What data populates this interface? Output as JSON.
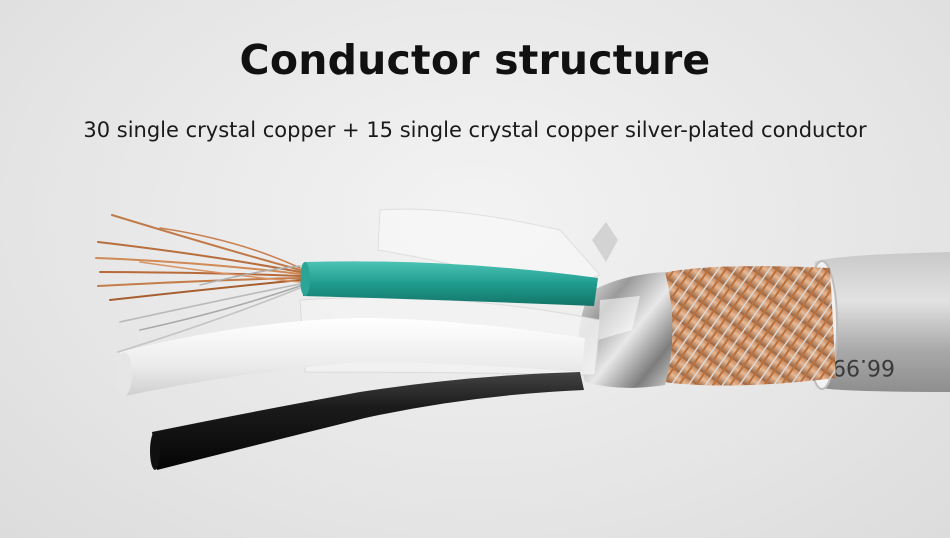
{
  "title": "Conductor structure",
  "subtitle": "30 single crystal copper + 15 single crystal copper silver-plated conductor",
  "jacket_print": "66.99"
}
